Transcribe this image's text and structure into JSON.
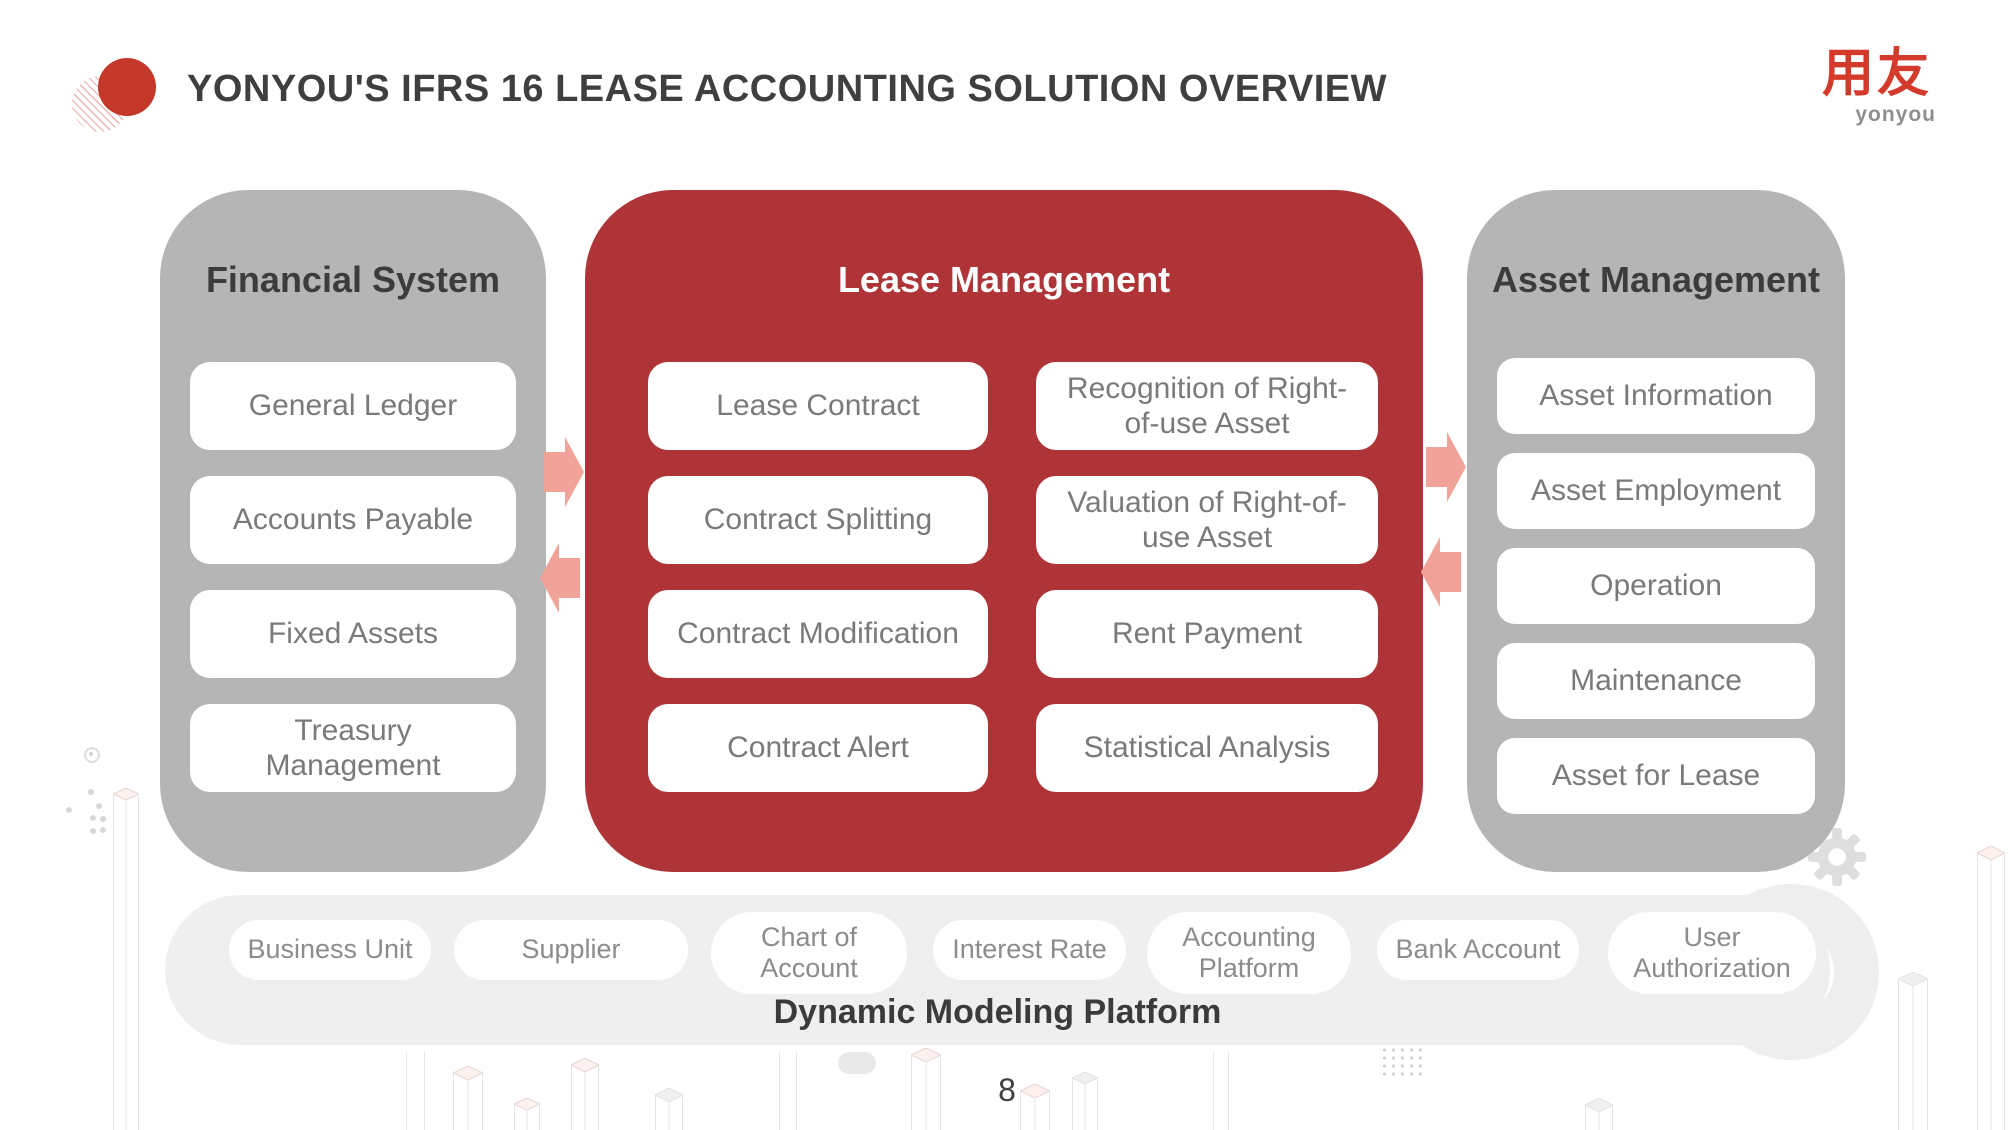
{
  "header": {
    "title": "YONYOU'S IFRS 16 LEASE ACCOUNTING SOLUTION OVERVIEW",
    "logo": {
      "cjk": "用友",
      "latin": "yonyou"
    }
  },
  "panels": {
    "financial": {
      "title": "Financial System",
      "items": [
        "General Ledger",
        "Accounts Payable",
        "Fixed Assets",
        "Treasury Management"
      ]
    },
    "lease": {
      "title": "Lease Management",
      "left_items": [
        "Lease Contract",
        "Contract Splitting",
        "Contract Modification",
        "Contract Alert"
      ],
      "right_items": [
        "Recognition of Right-of-use Asset",
        "Valuation of Right-of-use Asset",
        "Rent Payment",
        "Statistical Analysis"
      ]
    },
    "asset": {
      "title": "Asset Management",
      "items": [
        "Asset Information",
        "Asset Employment",
        "Operation",
        "Maintenance",
        "Asset for Lease"
      ]
    }
  },
  "platform": {
    "title": "Dynamic Modeling Platform",
    "pills": [
      "Business Unit",
      "Supplier",
      "Chart of Account",
      "Interest Rate",
      "Accounting Platform",
      "Bank Account",
      "User Authorization"
    ]
  },
  "page_number": "8",
  "colors": {
    "accent_red": "#AF3437",
    "panel_gray": "#B5B5B5",
    "arrow_salmon": "#F2A399",
    "logo_red": "#D43A2B",
    "bullet_red": "#C4382A",
    "bar_gray": "#EFEFEF"
  }
}
